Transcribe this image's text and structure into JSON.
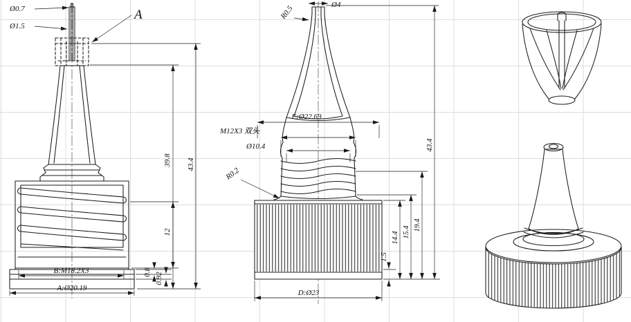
{
  "colors": {
    "background": "#ffffff",
    "line": "#1a1a1a",
    "grid": "#dcdcdc"
  },
  "views": {
    "section": {
      "dims": {
        "tip_bore": "Ø0.7",
        "tip_outer": "Ø1.5",
        "detail_callout": "A",
        "overall_height": "43.4",
        "body_height": "39.8",
        "thread_section_height": "12",
        "lip_step_a": "0.8",
        "lip_step_b": "0.92",
        "thread_spec": "B:M18.2X3",
        "base_dia": "A:Ø20.19"
      }
    },
    "front": {
      "dims": {
        "tip_fillet": "R0.5",
        "tip_dia": "Ø4",
        "shoulder_dia": "E:Ø22.69",
        "neck_thread": "M12X3 双头",
        "thread_minor_dia": "Ø10.4",
        "base_fillet": "R0.2",
        "overall_height": "43.4",
        "neck_height": "19.4",
        "thread_height": "15.4",
        "skirt_height": "14.4",
        "rim_height": "1.5",
        "cap_dia": "D:Ø23"
      }
    }
  }
}
